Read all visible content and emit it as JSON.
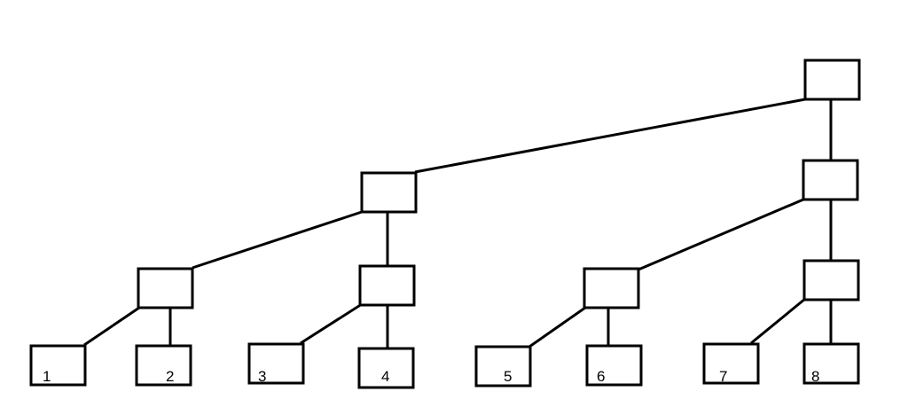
{
  "diagram": {
    "leaves": [
      {
        "label": "1"
      },
      {
        "label": "2"
      },
      {
        "label": "3"
      },
      {
        "label": "4"
      },
      {
        "label": "5"
      },
      {
        "label": "6"
      },
      {
        "label": "7"
      },
      {
        "label": "8"
      }
    ],
    "colors": {
      "stroke": "#000000",
      "fill": "#ffffff",
      "background": "#ffffff"
    }
  }
}
